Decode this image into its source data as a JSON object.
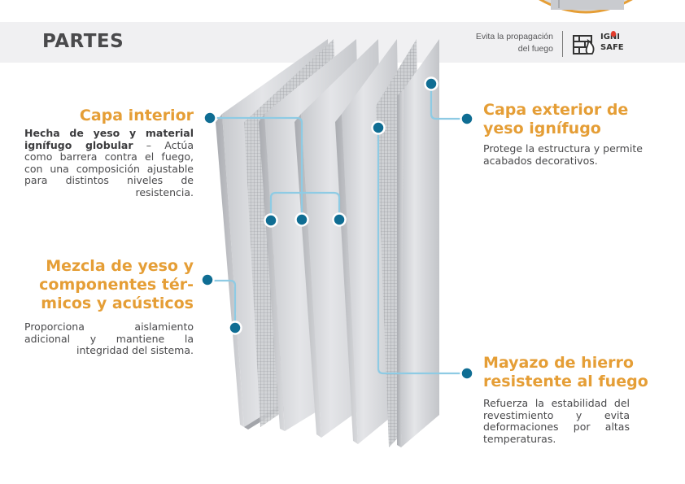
{
  "header": {
    "title": "PARTES",
    "tagline_line1": "Evita la propagación",
    "tagline_line2": "del fuego",
    "logo_word1": "IGNI",
    "logo_word2": "SAFE"
  },
  "colors": {
    "accent": "#e59e36",
    "marker": "#0f6d93",
    "leader": "#8ecbe4",
    "text": "#4a4a4c"
  },
  "parts": {
    "capa_interior": {
      "heading": "Capa interior",
      "body_bold": "Hecha de yeso y material ignífugo globular",
      "body_rest": " – Actúa como barrera contra el fuego, con una composición ajustable para distintos niveles de resistencia."
    },
    "mezcla": {
      "heading_line1": "Mezcla de yeso y",
      "heading_line2": "componentes tér-",
      "heading_line3": "micos y acústicos",
      "body": "Proporciona aislamiento adicional y mantiene la integridad del sistema."
    },
    "capa_exterior": {
      "heading_line1": "Capa exterior de",
      "heading_line2": "yeso ignífugo",
      "body": "Protege la estructura y permite acabados decorativos."
    },
    "mayazo": {
      "heading_line1": "Mayazo de hierro",
      "heading_line2": "resistente al fuego",
      "body": "Refuerza la estabilidad del revestimiento y evita deformaciones por altas temperaturas."
    }
  }
}
